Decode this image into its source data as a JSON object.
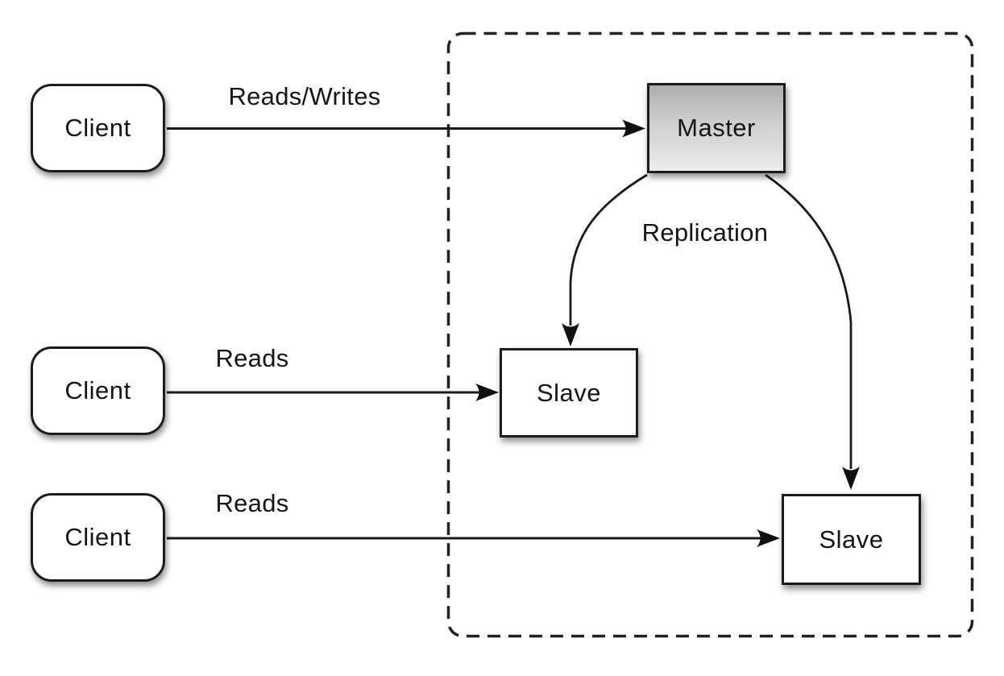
{
  "diagram": {
    "nodes": {
      "client1": {
        "label": "Client"
      },
      "client2": {
        "label": "Client"
      },
      "client3": {
        "label": "Client"
      },
      "master": {
        "label": "Master"
      },
      "slave1": {
        "label": "Slave"
      },
      "slave2": {
        "label": "Slave"
      }
    },
    "edges": {
      "reads_writes": {
        "label": "Reads/Writes",
        "from": "client1",
        "to": "master"
      },
      "reads_mid": {
        "label": "Reads",
        "from": "client2",
        "to": "slave1"
      },
      "reads_bottom": {
        "label": "Reads",
        "from": "client3",
        "to": "slave2"
      },
      "replication": {
        "label": "Replication",
        "from": "master",
        "to": "slave1, slave2"
      }
    },
    "colors": {
      "stroke": "#1c1c1c",
      "node_fill": "#ffffff",
      "master_gradient_top": "#aeaeae",
      "master_gradient_bottom": "#ebebeb",
      "background": "#ffffff"
    }
  }
}
